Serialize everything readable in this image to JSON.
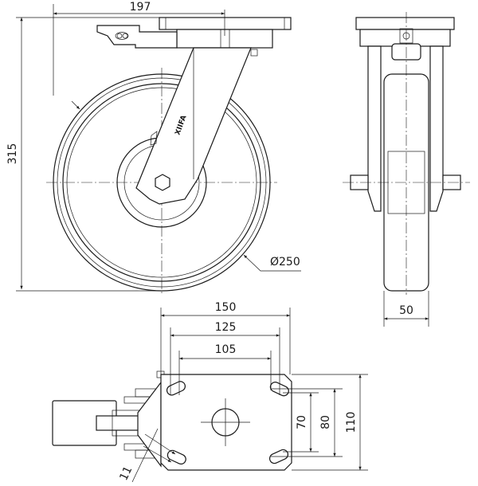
{
  "drawing": {
    "front_view": {
      "width_dim": "197",
      "height_dim": "315",
      "diameter_dim": "Ø250",
      "fork_marking": "XIIFA"
    },
    "side_view": {
      "wheel_width_dim": "50"
    },
    "plate_view": {
      "plate_length_dim": "150",
      "hole_spacing_outer_dim": "125",
      "hole_spacing_inner_dim": "105",
      "hole_spacing_y_inner_dim": "70",
      "hole_spacing_y_outer_dim": "80",
      "plate_width_dim": "110",
      "slot_width_dim": "11"
    }
  }
}
